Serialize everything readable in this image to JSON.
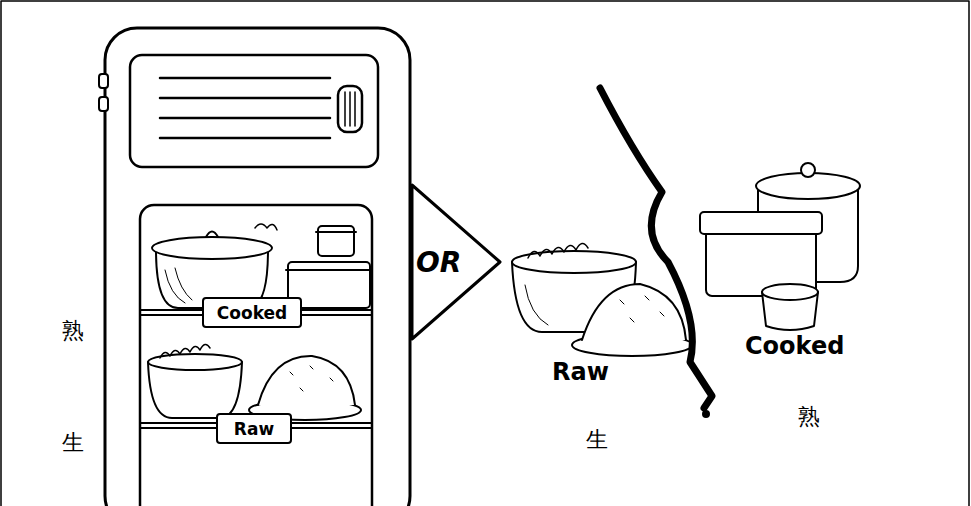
{
  "diagram": {
    "nodes": [
      {
        "text": [
          "Cooked"
        ]
      },
      {
        "text": [
          "Raw"
        ]
      },
      {
        "text": [
          "OR"
        ]
      }
    ],
    "labels": [
      "熟",
      "生",
      "Raw",
      "生",
      "Cooked",
      "熟"
    ]
  }
}
